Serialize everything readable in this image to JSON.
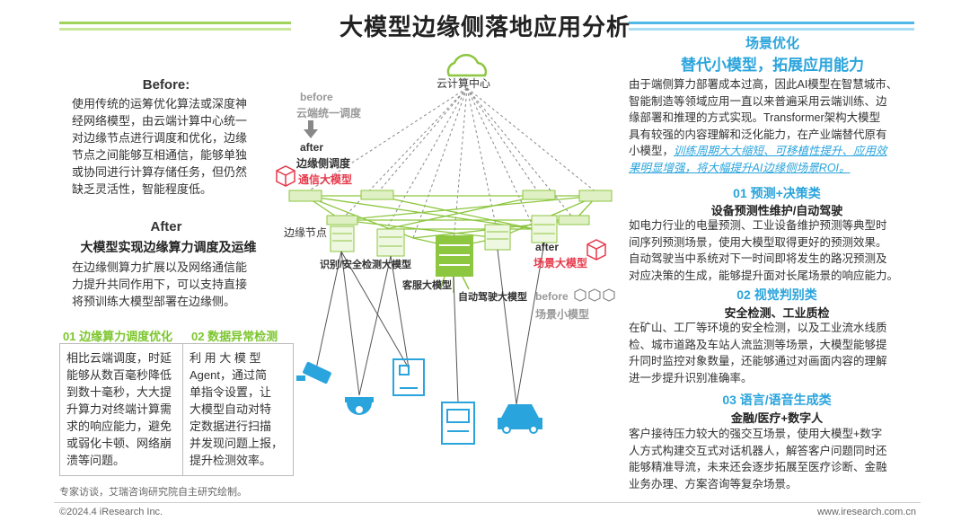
{
  "title": "大模型边缘侧落地应用分析",
  "left": {
    "before_heading": "Before:",
    "before_text": [
      "使用传统的运筹优化算法或深度神",
      "经网络模型，由云端计算中心统一",
      "对边缘节点进行调度和优化，边缘",
      "节点之间能够互相通信，能够单独",
      "或协同进行计算存储任务，但仍然",
      "缺乏灵活性，智能程度低。"
    ],
    "after_heading": "After",
    "after_subheading": "大模型实现边缘算力调度及运维",
    "after_text": [
      "在边缘侧算力扩展以及网络通信能",
      "力提升共同作用下，可以支持直接",
      "将预训练大模型部署在边缘侧。"
    ],
    "col1_heading": "01 边缘算力调度优化",
    "col1_text": [
      "相比云端调度，时延",
      "能够从数百毫秒降低",
      "到数十毫秒，大大提",
      "升算力对终端计算需",
      "求的响应能力，避免",
      "或弱化卡顿、网络崩",
      "溃等问题。"
    ],
    "col2_heading": "02 数据异常检测",
    "col2_text": [
      "利 用 大 模 型",
      "Agent，通过简",
      "单指令设置，让",
      "大模型自动对特",
      "定数据进行扫描",
      "并发现问题上报，",
      "提升检测效率。"
    ]
  },
  "diagram": {
    "cloud_label": "云计算中心",
    "before_label": "before",
    "before_sub": "云端统一调度",
    "after_label": "after",
    "after_sub": "边缘侧调度",
    "comm_model": "通信大模型",
    "edge_node": "边缘节点",
    "security_model": "识别/安全检测大模型",
    "service_model": "客服大模型",
    "driving_model": "自动驾驶大模型",
    "after2_label": "after",
    "scene_model": "场景大模型",
    "before2_label": "before",
    "small_model": "场景小模型"
  },
  "right": {
    "heading1": "场景优化",
    "heading2": "替代小模型，拓展应用能力",
    "intro": [
      "由于端侧算力部署成本过高，因此AI模型在智慧城市、",
      "智能制造等领域应用一直以来普遍采用云端训练、边",
      "缘部署和推理的方式实现。Transformer架构大模型",
      "具有较强的内容理解和泛化能力，在产业端替代原有"
    ],
    "intro_last_prefix": "小模型，",
    "intro_link1": "训练周期大大缩短、可移植性提升、应用效",
    "intro_link2": "果明显增强，将大幅提升AI边缘侧场景ROI。",
    "s1_heading": "01 预测+决策类",
    "s1_sub": "设备预测性维护/自动驾驶",
    "s1_text": [
      "如电力行业的电量预测、工业设备维护预测等典型时",
      "间序列预测场景，使用大模型取得更好的预测效果。",
      "自动驾驶当中系统对下一时间即将发生的路况预测及",
      "对应决策的生成，能够提升面对长尾场景的响应能力。"
    ],
    "s2_heading": "02 视觉判别类",
    "s2_sub": "安全检测、工业质检",
    "s2_text": [
      "在矿山、工厂等环境的安全检测，以及工业流水线质",
      "检、城市道路及车站人流监测等场景，大模型能够提",
      "升同时监控对象数量，还能够通过对画面内容的理解",
      "进一步提升识别准确率。"
    ],
    "s3_heading": "03 语言/语音生成类",
    "s3_sub": "金融/医疗+数字人",
    "s3_text": [
      "客户接待压力较大的强交互场景，使用大模型+数字",
      "人方式构建交互式对话机器人，解答客户问题同时还",
      "能够精准导流，未来还会逐步拓展至医疗诊断、金融",
      "业务办理、方案咨询等复杂场景。"
    ]
  },
  "source": "专家访谈，艾瑞咨询研究院自主研究绘制。",
  "footer_left": "©2024.4 iResearch Inc.",
  "footer_right": "www.iresearch.com.cn",
  "colors": {
    "green": "#7cc62d",
    "blue": "#2aa4dc",
    "red": "#e6394b",
    "gray": "#999999"
  }
}
